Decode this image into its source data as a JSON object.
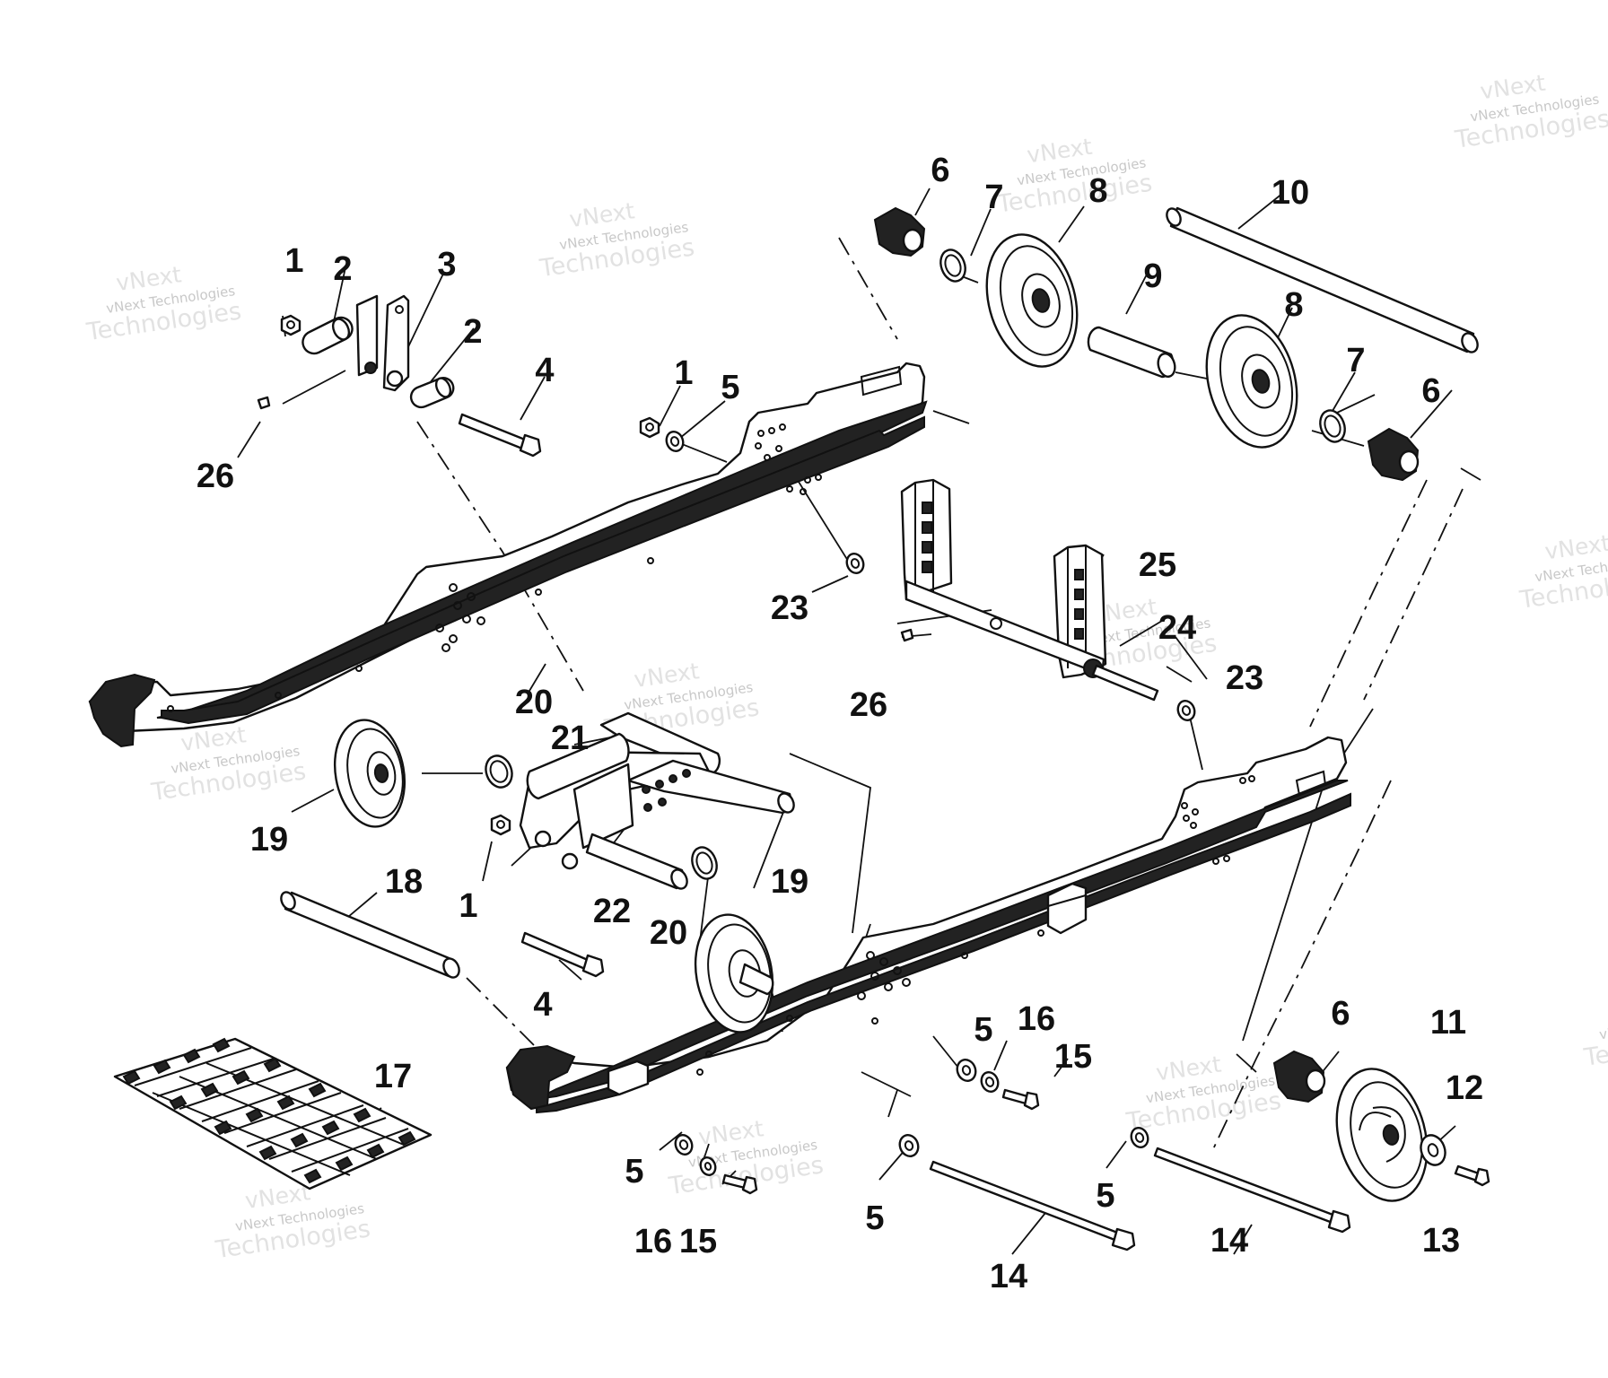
{
  "watermark": {
    "line1": "vNext Technologies",
    "line2": "Technologies",
    "line0": "vNext"
  },
  "callouts": [
    {
      "id": "c1a",
      "text": "1"
    },
    {
      "id": "c2a",
      "text": "2"
    },
    {
      "id": "c3",
      "text": "3"
    },
    {
      "id": "c2b",
      "text": "2"
    },
    {
      "id": "c4a",
      "text": "4"
    },
    {
      "id": "c26a",
      "text": "26"
    },
    {
      "id": "c1b",
      "text": "1"
    },
    {
      "id": "c5a",
      "text": "5"
    },
    {
      "id": "c6a",
      "text": "6"
    },
    {
      "id": "c7a",
      "text": "7"
    },
    {
      "id": "c8a",
      "text": "8"
    },
    {
      "id": "c10",
      "text": "10"
    },
    {
      "id": "c9",
      "text": "9"
    },
    {
      "id": "c8b",
      "text": "8"
    },
    {
      "id": "c7b",
      "text": "7"
    },
    {
      "id": "c6b",
      "text": "6"
    },
    {
      "id": "c23a",
      "text": "23"
    },
    {
      "id": "c25",
      "text": "25"
    },
    {
      "id": "c24",
      "text": "24"
    },
    {
      "id": "c23b",
      "text": "23"
    },
    {
      "id": "c26b",
      "text": "26"
    },
    {
      "id": "c20a",
      "text": "20"
    },
    {
      "id": "c21",
      "text": "21"
    },
    {
      "id": "c19a",
      "text": "19"
    },
    {
      "id": "c18",
      "text": "18"
    },
    {
      "id": "c1c",
      "text": "1"
    },
    {
      "id": "c22",
      "text": "22"
    },
    {
      "id": "c20b",
      "text": "20"
    },
    {
      "id": "c19b",
      "text": "19"
    },
    {
      "id": "c4b",
      "text": "4"
    },
    {
      "id": "c17",
      "text": "17"
    },
    {
      "id": "c5b",
      "text": "5"
    },
    {
      "id": "c16a",
      "text": "16"
    },
    {
      "id": "c15a",
      "text": "15"
    },
    {
      "id": "c6c",
      "text": "6"
    },
    {
      "id": "c11",
      "text": "11"
    },
    {
      "id": "c12",
      "text": "12"
    },
    {
      "id": "c13",
      "text": "13"
    },
    {
      "id": "c5c",
      "text": "5"
    },
    {
      "id": "c16b",
      "text": "16"
    },
    {
      "id": "c15b",
      "text": "15"
    },
    {
      "id": "c5d",
      "text": "5"
    },
    {
      "id": "c14a",
      "text": "14"
    },
    {
      "id": "c5e",
      "text": "5"
    },
    {
      "id": "c14b",
      "text": "14"
    }
  ]
}
